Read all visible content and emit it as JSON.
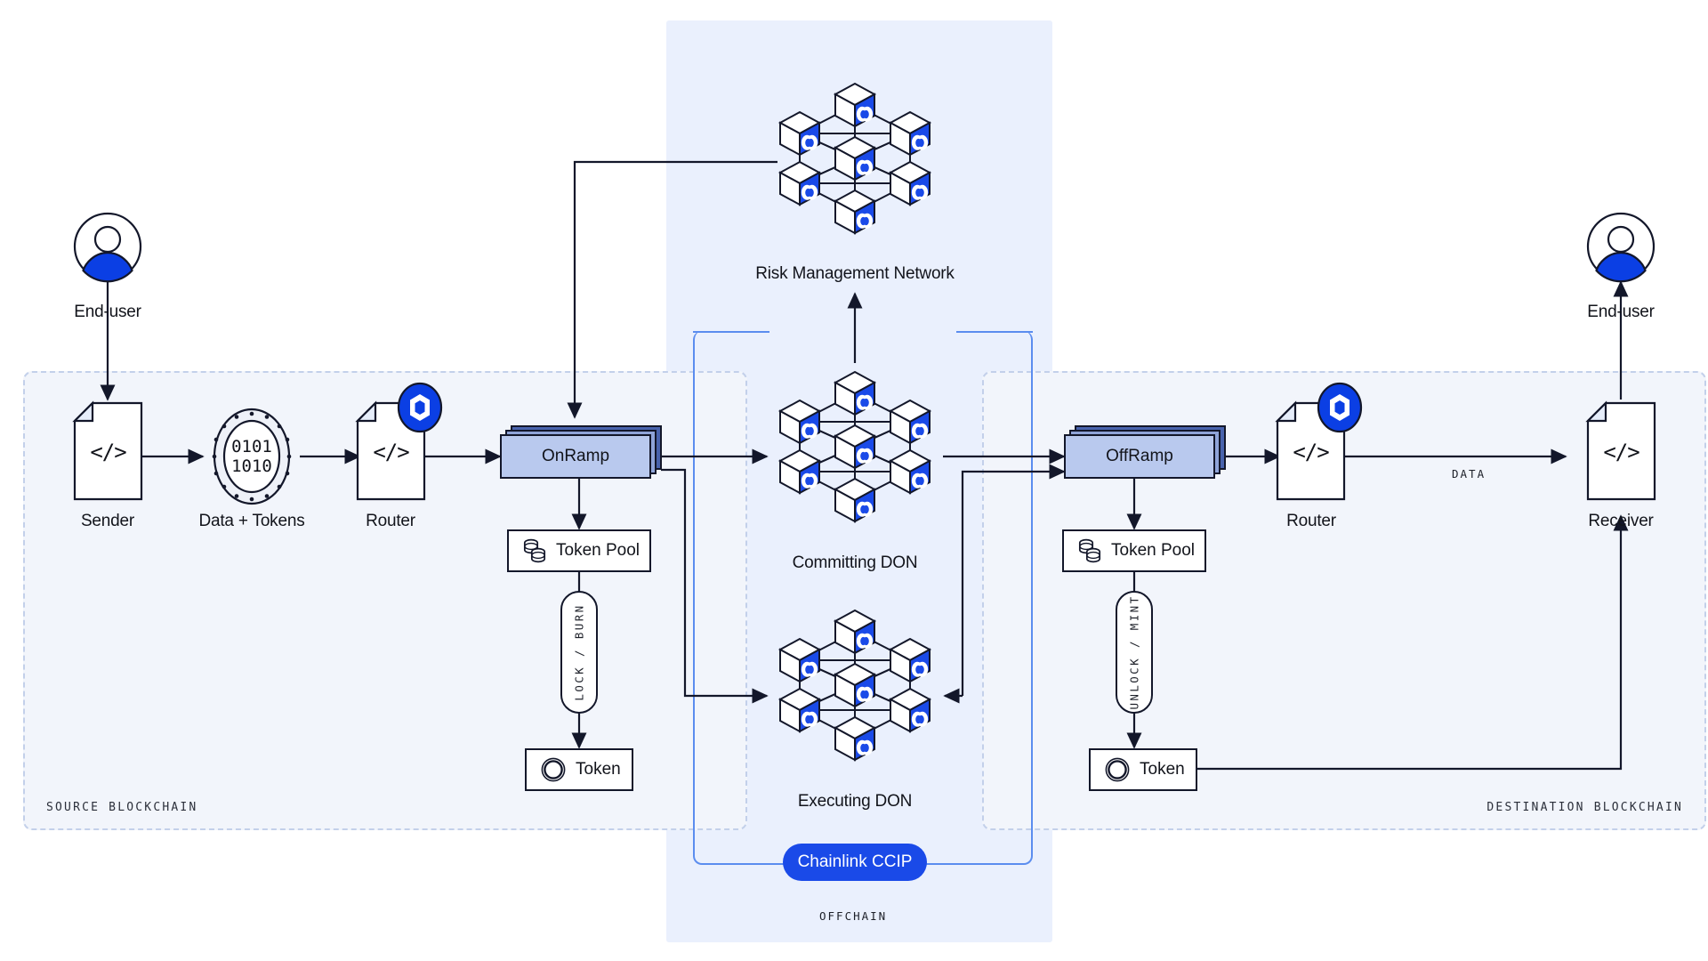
{
  "diagram": {
    "title": "Chainlink CCIP cross-chain architecture",
    "colors": {
      "accent_blue": "#1a4ae8",
      "ramp_fill": "#b9c9ee",
      "ramp_shadow": "#4963ad",
      "panel_offchain": "#eaf0fd",
      "panel_chain": "#f2f5fb",
      "panel_chain_border": "#c3d0ea",
      "ccip_border": "#5b8def",
      "stroke": "#13172a"
    }
  },
  "panels": {
    "source": {
      "tag": "SOURCE BLOCKCHAIN"
    },
    "destination": {
      "tag": "DESTINATION BLOCKCHAIN"
    },
    "offchain": {
      "tag": "OFFCHAIN",
      "chip_label": "Chainlink CCIP"
    }
  },
  "source_chain": {
    "end_user": {
      "label": "End-user",
      "icon": "user-avatar-icon"
    },
    "sender": {
      "label": "Sender",
      "icon": "code-document-icon",
      "glyph": "</>"
    },
    "data_tokens": {
      "label": "Data + Tokens",
      "icon": "data-capsule-icon",
      "line1": "0101",
      "line2": "1010"
    },
    "router": {
      "label": "Router",
      "icon": "code-document-icon",
      "glyph": "</>",
      "badge": "chainlink-hex-icon"
    },
    "onramp": {
      "label": "OnRamp",
      "icon": "stacked-contract-icon"
    },
    "token_pool": {
      "label": "Token Pool",
      "icon": "coin-stack-icon"
    },
    "pool_action": {
      "label": "LOCK / BURN"
    },
    "token": {
      "label": "Token",
      "icon": "token-ring-icon"
    }
  },
  "destination_chain": {
    "end_user": {
      "label": "End-user",
      "icon": "user-avatar-icon"
    },
    "offramp": {
      "label": "OffRamp",
      "icon": "stacked-contract-icon"
    },
    "token_pool": {
      "label": "Token Pool",
      "icon": "coin-stack-icon"
    },
    "pool_action": {
      "label": "UNLOCK / MINT"
    },
    "token": {
      "label": "Token",
      "icon": "token-ring-icon"
    },
    "router": {
      "label": "Router",
      "icon": "code-document-icon",
      "glyph": "</>",
      "badge": "chainlink-hex-icon"
    },
    "receiver": {
      "label": "Receiver",
      "icon": "code-document-icon",
      "glyph": "</>"
    },
    "data_edge": {
      "label": "DATA"
    }
  },
  "offchain_networks": [
    {
      "key": "rmn",
      "label": "Risk Management Network",
      "icon": "don-network-icon",
      "nodes": 7
    },
    {
      "key": "committing",
      "label": "Committing DON",
      "icon": "don-network-icon",
      "nodes": 7
    },
    {
      "key": "executing",
      "label": "Executing DON",
      "icon": "don-network-icon",
      "nodes": 7
    }
  ]
}
